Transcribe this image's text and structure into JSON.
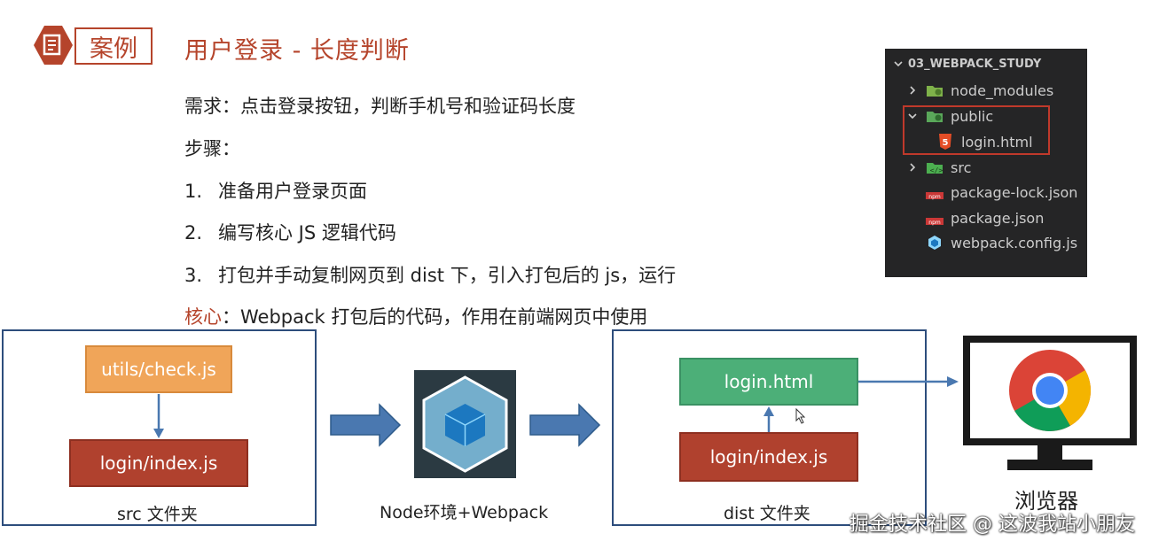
{
  "header": {
    "badge_label": "案例",
    "title": "用户登录 - 长度判断"
  },
  "content": {
    "requirement": "需求：点击登录按钮，判断手机号和验证码长度",
    "steps_heading": "步骤：",
    "steps": [
      {
        "num": "1.",
        "text": "准备用户登录页面"
      },
      {
        "num": "2.",
        "text": "编写核心 JS 逻辑代码"
      },
      {
        "num": "3.",
        "text": "打包并手动复制网页到 dist 下，引入打包后的 js，运行"
      }
    ],
    "core_label": "核心",
    "core_text": "：Webpack 打包后的代码，作用在前端网页中使用"
  },
  "file_tree": {
    "root": "03_WEBPACK_STUDY",
    "items": [
      {
        "label": "node_modules",
        "icon": "node-modules-folder-icon"
      },
      {
        "label": "public",
        "icon": "public-folder-icon"
      },
      {
        "label": "login.html",
        "icon": "html5-file-icon"
      },
      {
        "label": "src",
        "icon": "src-folder-icon"
      },
      {
        "label": "package-lock.json",
        "icon": "npm-file-icon"
      },
      {
        "label": "package.json",
        "icon": "npm-file-icon"
      },
      {
        "label": "webpack.config.js",
        "icon": "webpack-file-icon"
      }
    ]
  },
  "diagram": {
    "src_box": {
      "check": "utils/check.js",
      "index": "login/index.js",
      "caption": "src 文件夹"
    },
    "webpack": {
      "caption": "Node环境+Webpack"
    },
    "dist_box": {
      "html": "login.html",
      "index": "login/index.js",
      "caption": "dist 文件夹"
    },
    "browser": {
      "caption": "浏览器"
    }
  },
  "watermark": "掘金技术社区 @ 这波我站小朋友",
  "colors": {
    "accent": "#b5442b",
    "frame": "#2d4d7c",
    "orange": "#f0a559",
    "red": "#b0412e",
    "green": "#4caf78",
    "arrow": "#4a78b0"
  }
}
